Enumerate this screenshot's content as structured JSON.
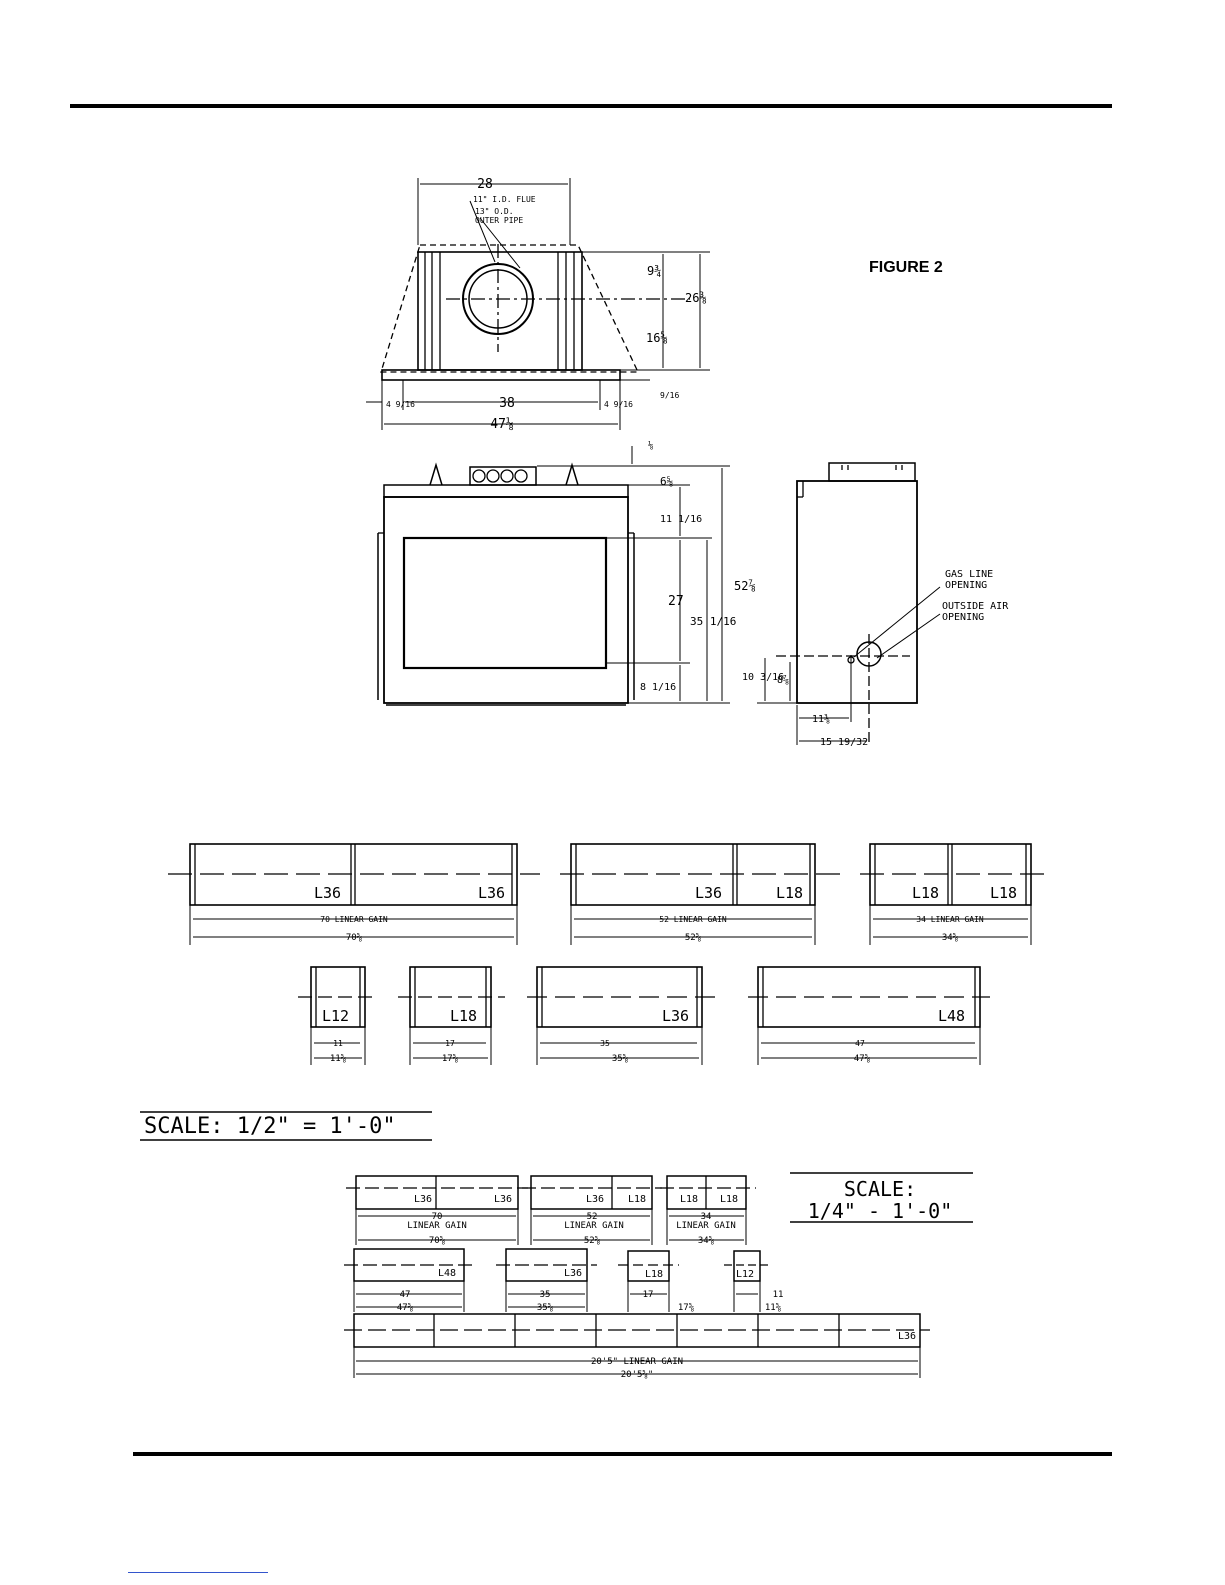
{
  "figure_label": "FIGURE 2",
  "top_view": {
    "width_top": "28",
    "flue_label": "11\" I.D. FLUE",
    "outer_pipe_label_1": "13\" O.D.",
    "outer_pipe_label_2": "OUTER PIPE",
    "dim_upper_right": "9¾",
    "dim_height": "26⅜",
    "dim_lower_right": "16⅝",
    "dim_base_step": "9/16",
    "dim_left_offset": "4 9/16",
    "dim_inner_width": "38",
    "dim_right_offset": "4 9/16",
    "dim_overall_width": "47⅛"
  },
  "front_view": {
    "dim_top_gap": "⅛",
    "dim_top_band": "6⅝",
    "dim_upper_frame": "11 1/16",
    "dim_opening": "27",
    "dim_total_height": "52⅞",
    "dim_opening_to_base": "35 1/16",
    "dim_base": "8 1/16"
  },
  "side_view": {
    "gas_line_label_1": "GAS LINE",
    "gas_line_label_2": "OPENING",
    "outside_air_label_1": "OUTSIDE AIR",
    "outside_air_label_2": "OPENING",
    "dim_height_a": "10 3/16",
    "dim_height_b": "8⅞",
    "dim_from_back_a": "11⅜",
    "dim_from_back_b": "15 19/32"
  },
  "large_scale": {
    "scale_label": "SCALE:  1/2\"  =  1'-0\"",
    "combo_1": {
      "seg_a": "L36",
      "seg_b": "L36",
      "gain": "70 LINEAR GAIN",
      "overall": "70⅝"
    },
    "combo_2": {
      "seg_a": "L36",
      "seg_b": "L18",
      "gain": "52 LINEAR GAIN",
      "overall": "52⅝"
    },
    "combo_3": {
      "seg_a": "L18",
      "seg_b": "L18",
      "gain": "34 LINEAR GAIN",
      "overall": "34⅝"
    },
    "single_l12": {
      "label": "L12",
      "gain": "11",
      "overall": "11⅝"
    },
    "single_l18": {
      "label": "L18",
      "gain": "17",
      "overall": "17⅝"
    },
    "single_l36": {
      "label": "L36",
      "gain": "35",
      "overall": "35⅝"
    },
    "single_l48": {
      "label": "L48",
      "gain": "47",
      "overall": "47⅝"
    }
  },
  "small_scale": {
    "scale_line_1": "SCALE:",
    "scale_line_2": "1/4\"  -  1'-0\"",
    "combo_1": {
      "seg_a": "L36",
      "seg_b": "L36",
      "gain_value": "70",
      "gain_text": "LINEAR GAIN",
      "overall": "70⅝"
    },
    "combo_2": {
      "seg_a": "L36",
      "seg_b": "L18",
      "gain_value": "52",
      "gain_text": "LINEAR GAIN",
      "overall": "52⅝"
    },
    "combo_3": {
      "seg_a": "L18",
      "seg_b": "L18",
      "gain_value": "34",
      "gain_text": "LINEAR GAIN",
      "overall": "34⅝"
    },
    "single_l48": {
      "label": "L48",
      "gain": "47",
      "overall": "47⅝"
    },
    "single_l36": {
      "label": "L36",
      "gain": "35",
      "overall": "35⅝"
    },
    "single_l18": {
      "label": "L18",
      "gain": "17",
      "overall": "17⅝"
    },
    "single_l12": {
      "label": "L12",
      "gain": "11",
      "overall": "11⅝"
    },
    "long_run": {
      "label": "L36",
      "gain": "20'5\" LINEAR GAIN",
      "overall": "20'5⅝\""
    }
  }
}
